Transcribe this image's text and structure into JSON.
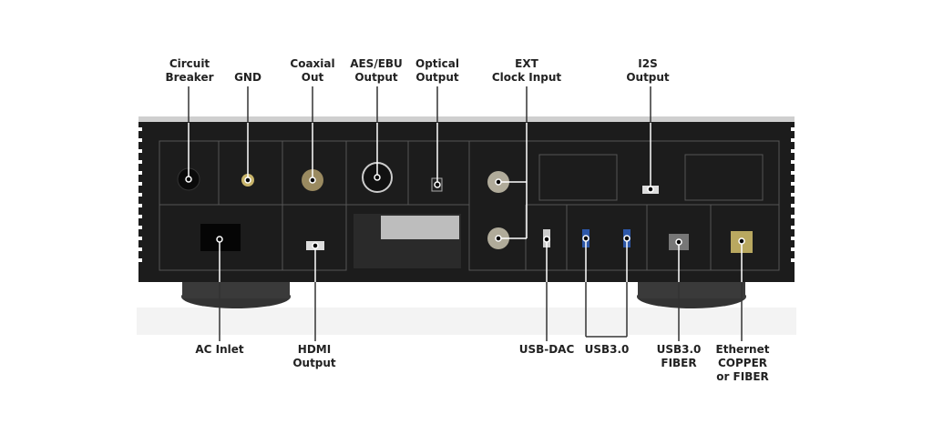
{
  "top_labels": [
    {
      "line1": "Circuit",
      "line2": "Breaker"
    },
    {
      "line1": "",
      "line2": "GND"
    },
    {
      "line1": "Coaxial",
      "line2": "Out"
    },
    {
      "line1": "AES/EBU",
      "line2": "Output"
    },
    {
      "line1": "Optical",
      "line2": "Output"
    },
    {
      "line1": "EXT",
      "line2": "Clock Input"
    },
    {
      "line1": "I2S",
      "line2": "Output"
    }
  ],
  "bottom_labels": [
    {
      "line1": "AC Inlet",
      "line2": "",
      "line3": ""
    },
    {
      "line1": "HDMI",
      "line2": "Output",
      "line3": ""
    },
    {
      "line1": "USB-DAC",
      "line2": "",
      "line3": ""
    },
    {
      "line1": "USB3.0",
      "line2": "",
      "line3": ""
    },
    {
      "line1": "USB3.0",
      "line2": "FIBER",
      "line3": ""
    },
    {
      "line1": "Ethernet",
      "line2": "COPPER",
      "line3": "or FIBER"
    }
  ],
  "colors": {
    "chassis": "#1c1c1c",
    "panel_line": "#555555",
    "callout": "#ffffff",
    "label": "#222222"
  }
}
